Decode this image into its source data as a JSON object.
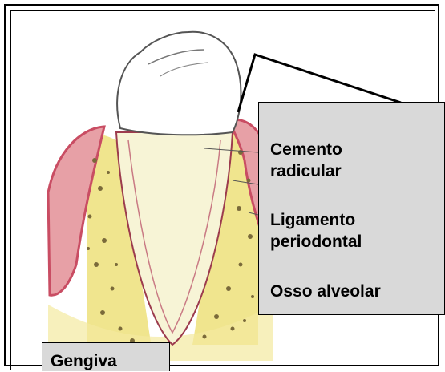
{
  "labels": {
    "cementum": "Cemento\nradicular",
    "ligament": "Ligamento\nperiodontal",
    "bone": "Osso alveolar",
    "gum": "Gengiva"
  },
  "colors": {
    "gum": "#c94d63",
    "gum_fill": "#e7a0a6",
    "bone": "#f0e58e",
    "root": "#f7f4d6",
    "bone_dots": "#7a6a3a",
    "crown_outline": "#555555",
    "label_bg": "#d9d9d9"
  }
}
